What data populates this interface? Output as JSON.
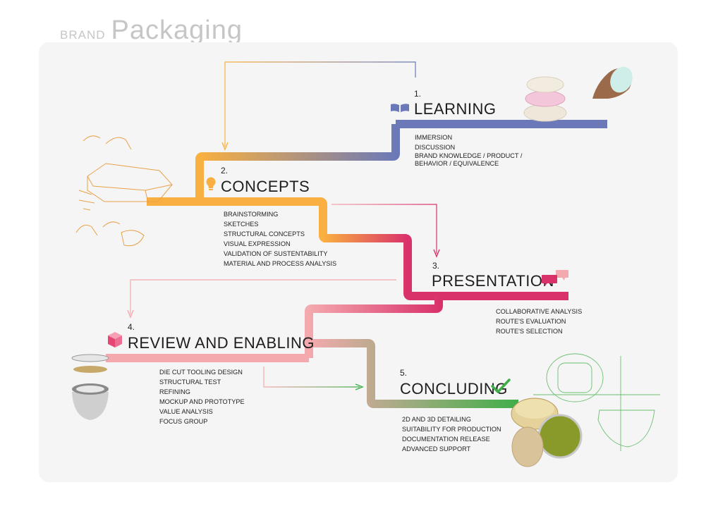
{
  "header": {
    "brand": "BRAND",
    "title": "Packaging"
  },
  "colors": {
    "learning": "#6b79b8",
    "concepts": "#f9b040",
    "presentation": "#d9326b",
    "review": "#f4a9ae",
    "concluding": "#3fae49"
  },
  "steps": [
    {
      "num": "1.",
      "title": "LEARNING",
      "icon": "book-icon",
      "items": [
        "IMMERSION",
        "DISCUSSION",
        "BRAND KNOWLEDGE / PRODUCT / BEHAVIOR / EQUIVALENCE"
      ]
    },
    {
      "num": "2.",
      "title": "CONCEPTS",
      "icon": "lightbulb-icon",
      "items": [
        "BRAINSTORMING",
        "SKETCHES",
        "STRUCTURAL CONCEPTS",
        "VISUAL EXPRESSION",
        "VALIDATION OF SUSTENTABILITY",
        "MATERIAL AND PROCESS ANALYSIS"
      ]
    },
    {
      "num": "3.",
      "title": "PRESENTATION",
      "icon": "speech-bubbles-icon",
      "items": [
        "COLLABORATIVE ANALYSIS",
        "ROUTE'S EVALUATION",
        "ROUTE'S SELECTION"
      ]
    },
    {
      "num": "4.",
      "title": "REVIEW AND ENABLING",
      "icon": "cube-icon",
      "items": [
        "DIE CUT TOOLING DESIGN",
        "STRUCTURAL TEST",
        "REFINING",
        "MOCKUP AND PROTOTYPE",
        "VALUE ANALYSIS",
        "FOCUS GROUP"
      ]
    },
    {
      "num": "5.",
      "title": "CONCLUDING",
      "icon": "checkmark-icon",
      "items": [
        "2D AND 3D DETAILING",
        "SUITABILITY FOR PRODUCTION",
        "DOCUMENTATION RELEASE",
        "ADVANCED SUPPORT"
      ]
    }
  ]
}
